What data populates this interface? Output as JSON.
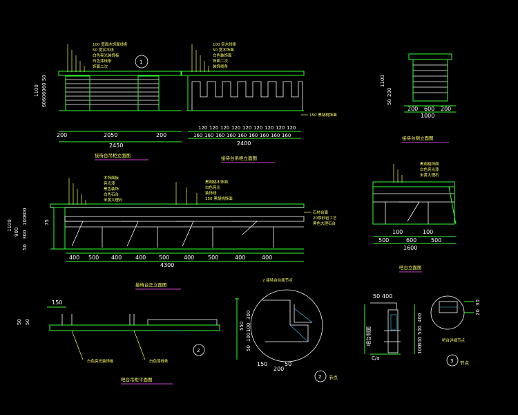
{
  "colors": {
    "background": "#000000",
    "geometry": "#33ff33",
    "dimensions": "#ffffff",
    "notes": "#ffff66",
    "accent_underline": "#cc44cc",
    "hatch": "#33ccff"
  },
  "view1": {
    "title": "接待台吊柜立面图",
    "dims_bottom_top": [
      "200",
      "2050",
      "200"
    ],
    "dims_bottom_total": "2450",
    "dims_left_total": "1100",
    "dims_left_stack": "60606060 50",
    "callout_marker": "1",
    "notes": [
      "100  宽面木饰面线条",
      "50 宽实木线",
      "白色亮光装饰板",
      "白色漆线条",
      "饰面二次"
    ]
  },
  "view2": {
    "title": "接待台吊柜立面图",
    "dims_top": [
      "120",
      "120",
      "120",
      "120",
      "120",
      "120",
      "120",
      "120",
      "120"
    ],
    "dims_mid": [
      "160",
      "160",
      "160",
      "160",
      "160",
      "160",
      "160",
      "160",
      "160"
    ],
    "dims_total": "2400",
    "label_right": "150  黑胡桃饰面",
    "notes": [
      "100  实木线条",
      "50  宽木饰面",
      "白色装饰面",
      "饰面二次",
      "装饰线条"
    ]
  },
  "view3": {
    "title": "接待台侧立面图",
    "dims_bottom": [
      "200",
      "600",
      "200"
    ],
    "dims_total": "1000",
    "dims_left": [
      "1100",
      "200",
      "50"
    ]
  },
  "view4": {
    "title": "接待台正立面图",
    "dims_bottom": [
      "400",
      "500",
      "400",
      "400",
      "500",
      "400",
      "500",
      "400",
      "400"
    ],
    "dims_total": "4300",
    "dims_left": [
      "300",
      "100",
      "300",
      "900",
      "50",
      "1100",
      "75"
    ],
    "notes_left": [
      "木饰面板",
      "亮光漆",
      "黑色装饰",
      "白色石台",
      "米黄大理石"
    ],
    "notes_mid": [
      "黑胡桃木饰面",
      "白色亮光",
      "装饰线",
      "150  黑胡桃饰面"
    ],
    "notes_right": [
      "石材台面",
      "20厚砂岩工艺",
      "黑色大理石台"
    ]
  },
  "view5": {
    "title": "吧台立面图",
    "dims_bottom": [
      "500",
      "600",
      "500"
    ],
    "dims_total": "1600",
    "dims_mid": [
      "100",
      "100"
    ],
    "notes": [
      "黑胡桃饰面",
      "白色亮光漆",
      "米黄大理石"
    ]
  },
  "view6": {
    "title": "吧台吊柜平面图",
    "dim_150": "150",
    "dims_left": [
      "50",
      "50"
    ],
    "notes": [
      "白色亮光装饰板",
      "白色漆线条"
    ],
    "marker": "2"
  },
  "view7": {
    "header": "2  接待台台面节点",
    "label_right": "节点",
    "dims_left": [
      "550",
      "300",
      "100",
      "100",
      "50"
    ],
    "dims_bottom": [
      "150",
      "200",
      "50"
    ],
    "marker": "2"
  },
  "view8": {
    "dims_top": [
      "50",
      "400"
    ],
    "dims_right": [
      "400",
      "500",
      "300",
      "100"
    ],
    "label_bottom": "C/a",
    "marker": "3",
    "caption": "节点",
    "side_text": "吧台侧面"
  },
  "view9": {
    "caption": "吧台详细节点",
    "dims_right": [
      "30",
      "20"
    ]
  }
}
